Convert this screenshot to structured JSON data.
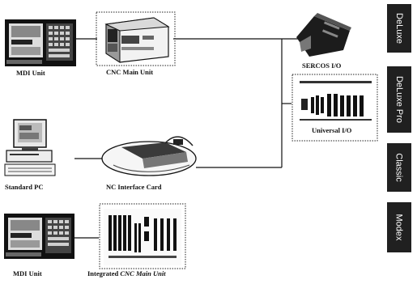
{
  "nodes": {
    "mdi_unit_top": {
      "label": "MDI Unit"
    },
    "cnc_main_unit": {
      "label": "CNC Main Unit"
    },
    "sercos_io": {
      "label": "SERCOS I/O"
    },
    "universal_io": {
      "label": "Universal I/O"
    },
    "standard_pc": {
      "label": "Standard PC"
    },
    "nc_interface_card": {
      "label": "NC Interface Card"
    },
    "mdi_unit_bottom": {
      "label": "MDI Unit"
    },
    "integrated_main_unit": {
      "label_prefix": "Integrated",
      "label_italic": "CNC Main Unit"
    }
  },
  "side_tabs": [
    {
      "label": "DeLuxe"
    },
    {
      "label": "DeLuxe Pro"
    },
    {
      "label": "Classic"
    },
    {
      "label": "Modex"
    }
  ]
}
